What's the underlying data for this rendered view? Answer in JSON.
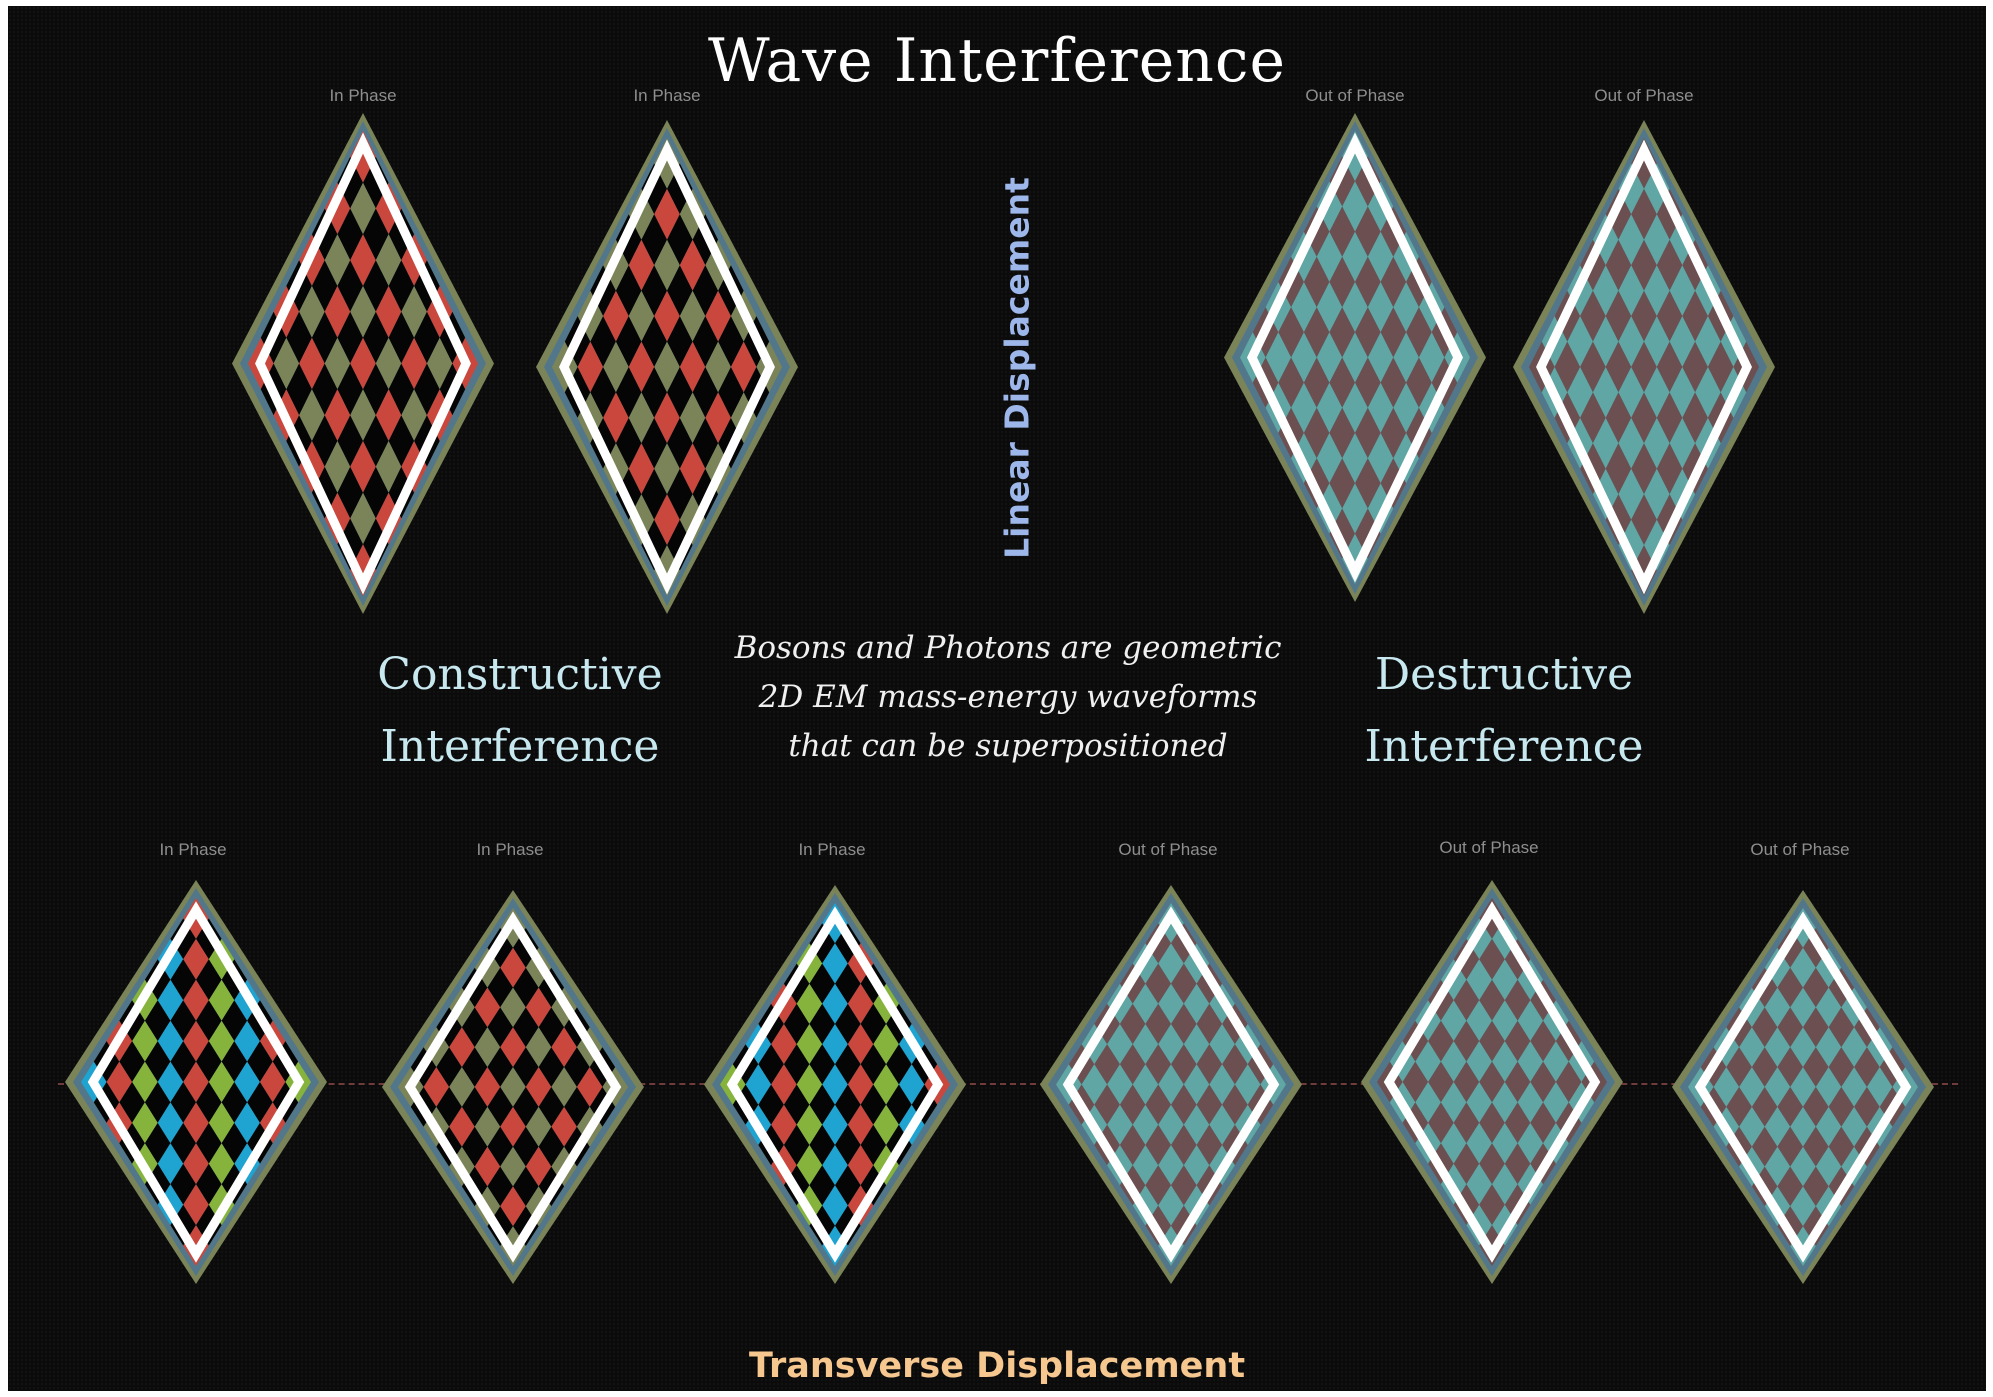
{
  "title": "Wave Interference",
  "top_row": {
    "labels": [
      "In Phase",
      "In Phase",
      "Out of Phase",
      "Out of Phase"
    ],
    "axis_label": "Linear Displacement"
  },
  "constructive_label": [
    "Constructive",
    "Interference"
  ],
  "destructive_label": [
    "Destructive",
    "Interference"
  ],
  "caption": [
    "Bosons and Photons are geometric",
    "2D EM mass-energy waveforms",
    "that can be superpositioned"
  ],
  "bottom_row": {
    "labels": [
      "In Phase",
      "In Phase",
      "In Phase",
      "Out of Phase",
      "Out of Phase",
      "Out of Phase"
    ],
    "axis_label": "Transverse Displacement"
  },
  "colors": {
    "background": "#0b0b0b",
    "red": "#c9473d",
    "olive": "#7a8458",
    "slate": "#52778a",
    "cyan": "#1fa3d1",
    "lime": "#86b33c",
    "teal": "#5fa6a4",
    "mauve": "#6c4f50",
    "outline": "#ffffff"
  }
}
